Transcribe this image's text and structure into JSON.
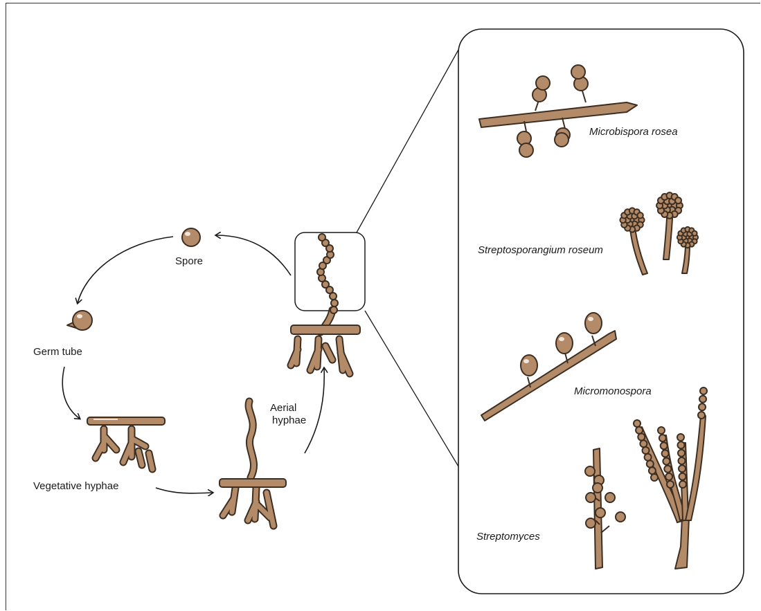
{
  "cycle_labels": {
    "spore": "Spore",
    "germ_tube": "Germ tube",
    "vegetative_hyphae": "Vegetative hyphae",
    "aerial_line1": "Aerial",
    "aerial_line2": "hyphae"
  },
  "genera": {
    "microbispora": "Microbispora rosea",
    "streptosporangium": "Streptosporangium roseum",
    "micromonospora": "Micromonospora",
    "streptomyces": "Streptomyces"
  },
  "colors": {
    "hypha_fill": "#b48b68",
    "outline": "#3d2e22",
    "highlight": "#f3e6d8"
  }
}
